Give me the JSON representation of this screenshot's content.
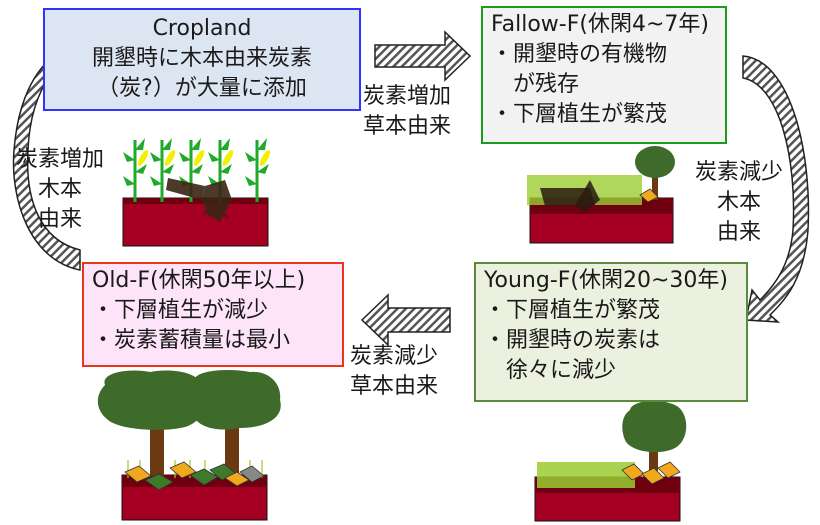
{
  "stages": {
    "cropland": {
      "title": "Cropland",
      "lines": [
        "開墾時に木本由来炭素",
        "（炭?）が大量に添加"
      ],
      "fill": "#dce6f2",
      "border": "#3333ff"
    },
    "fallow": {
      "title": "Fallow-F(休閑4~7年)",
      "lines": [
        "・開墾時の有機物",
        "　が残存",
        "・下層植生が繁茂"
      ],
      "fill": "#f2f2f2",
      "border": "#1c9a1c"
    },
    "young": {
      "title": "Young-F(休閑20~30年)",
      "lines": [
        "・下層植生が繁茂",
        "・開墾時の炭素は",
        "　徐々に減少"
      ],
      "fill": "#ebf1de",
      "border": "#5a8a3a"
    },
    "old": {
      "title": "Old-F(休閑50年以上)",
      "lines": [
        "・下層植生が減少",
        "・炭素蓄積量は最小"
      ],
      "fill": "#fde4f8",
      "border": "#e8351c"
    }
  },
  "transitions": {
    "crop_to_fallow": {
      "lines": [
        "炭素増加",
        "草本由来"
      ],
      "direction": "right"
    },
    "fallow_to_young": {
      "lines": [
        "炭素減少",
        "木本",
        "由来"
      ],
      "direction": "down"
    },
    "young_to_old": {
      "lines": [
        "炭素減少",
        "草本由来"
      ],
      "direction": "left"
    },
    "old_to_crop": {
      "lines": [
        "炭素増加",
        "木本",
        "由来"
      ],
      "direction": "up"
    }
  },
  "colors": {
    "soil_top": "#6e0010",
    "soil": "#a50021",
    "tree_canopy": "#3e6b2a",
    "trunk": "#6b3a12",
    "grass": "#9acd32",
    "corn_leaf": "#1faa2b",
    "corn_cob": "#f0f000",
    "leaf_litter": "#f0a81c"
  }
}
